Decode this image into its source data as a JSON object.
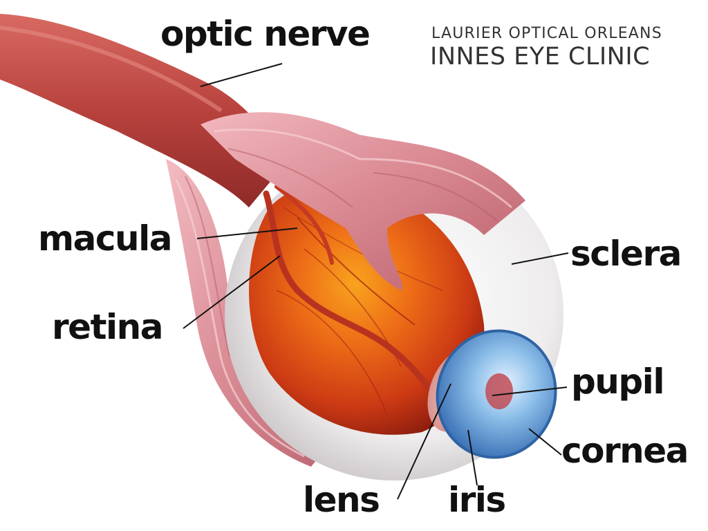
{
  "brand": {
    "line1": "LAURIER OPTICAL ORLEANS",
    "line2": "INNES EYE CLINIC"
  },
  "labels": {
    "optic_nerve": "optic nerve",
    "macula": "macula",
    "retina": "retina",
    "sclera": "sclera",
    "pupil": "pupil",
    "cornea": "cornea",
    "lens": "lens",
    "iris": "iris"
  },
  "colors": {
    "nerve": "#c2554f",
    "sclera": "#f1f0f0",
    "retina": "#d9461a",
    "muscle": "#dc8f98",
    "cornea": "#6fa6d8",
    "text": "#111111"
  }
}
